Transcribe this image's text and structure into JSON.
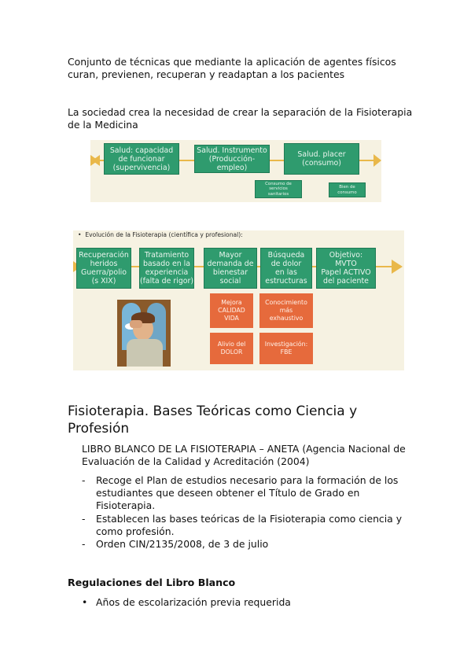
{
  "intro": {
    "line1": "Conjunto de técnicas que mediante la aplicación de agentes físicos",
    "line2": "curan, previenen, recuperan y readaptan a los pacientes"
  },
  "society": {
    "line1": "La sociedad crea la necesidad de crear la separación de la Fisioterapia",
    "line2": "de la Medicina"
  },
  "figure1": {
    "box1": [
      "Salud: capacidad",
      "de funcionar",
      "(supervivencia)"
    ],
    "box2": [
      "Salud. Instrumento",
      "(Producción-empleo)"
    ],
    "box3": [
      "Salud. placer",
      "(consumo)"
    ],
    "sub1": [
      "Consumo de",
      "servicios",
      "sanitarios"
    ],
    "sub2": [
      "Bien de",
      "consumo"
    ]
  },
  "figure2": {
    "heading": "Evolución de la Fisioterapia (científica y profesional):",
    "box1": [
      "Recuperación",
      "heridos",
      "Guerra/polio",
      "(s XIX)"
    ],
    "box2": [
      "Tratamiento",
      "basado en la",
      "experiencia",
      "(falta de rigor)"
    ],
    "box3": [
      "Mayor",
      "demanda de",
      "bienestar",
      "social"
    ],
    "box4": [
      "Búsqueda",
      "de dolor",
      "en las",
      "estructuras"
    ],
    "box5": [
      "Objetivo:",
      "MVTO",
      "Papel ACTIVO",
      "del paciente"
    ],
    "o1": [
      "Mejora",
      "CALIDAD",
      "VIDA"
    ],
    "o2": [
      "Conocimiento",
      "más",
      "exhaustivo"
    ],
    "o3": [
      "Alivio del",
      "DOLOR"
    ],
    "o4": [
      "Investigación:",
      "FBE"
    ]
  },
  "section_title": {
    "line1": "Fisioterapia. Bases Teóricas como Ciencia y",
    "line2": "Profesión"
  },
  "libro": {
    "line1": "LIBRO BLANCO DE LA FISIOTERAPIA – ANETA (Agencia Nacional de",
    "line2": "Evaluación de la Calidad y Acreditación (2004)"
  },
  "dash_items": [
    {
      "l1": "Recoge el Plan de estudios necesario para la formación de los",
      "l2": "estudiantes que deseen obtener el Título  de Grado en",
      "l3": "Fisioterapia."
    },
    {
      "l1": "Establecen las bases teóricas de la Fisioterapia como ciencia y",
      "l2": "como profesión."
    },
    {
      "l1": "Orden CIN/2135/2008, de 3 de julio"
    }
  ],
  "dash_symbol": "-",
  "bullet_symbol": "•",
  "regulaciones": {
    "title": "Regulaciones del Libro Blanco",
    "item1": "Años de escolarización previa requerida"
  }
}
